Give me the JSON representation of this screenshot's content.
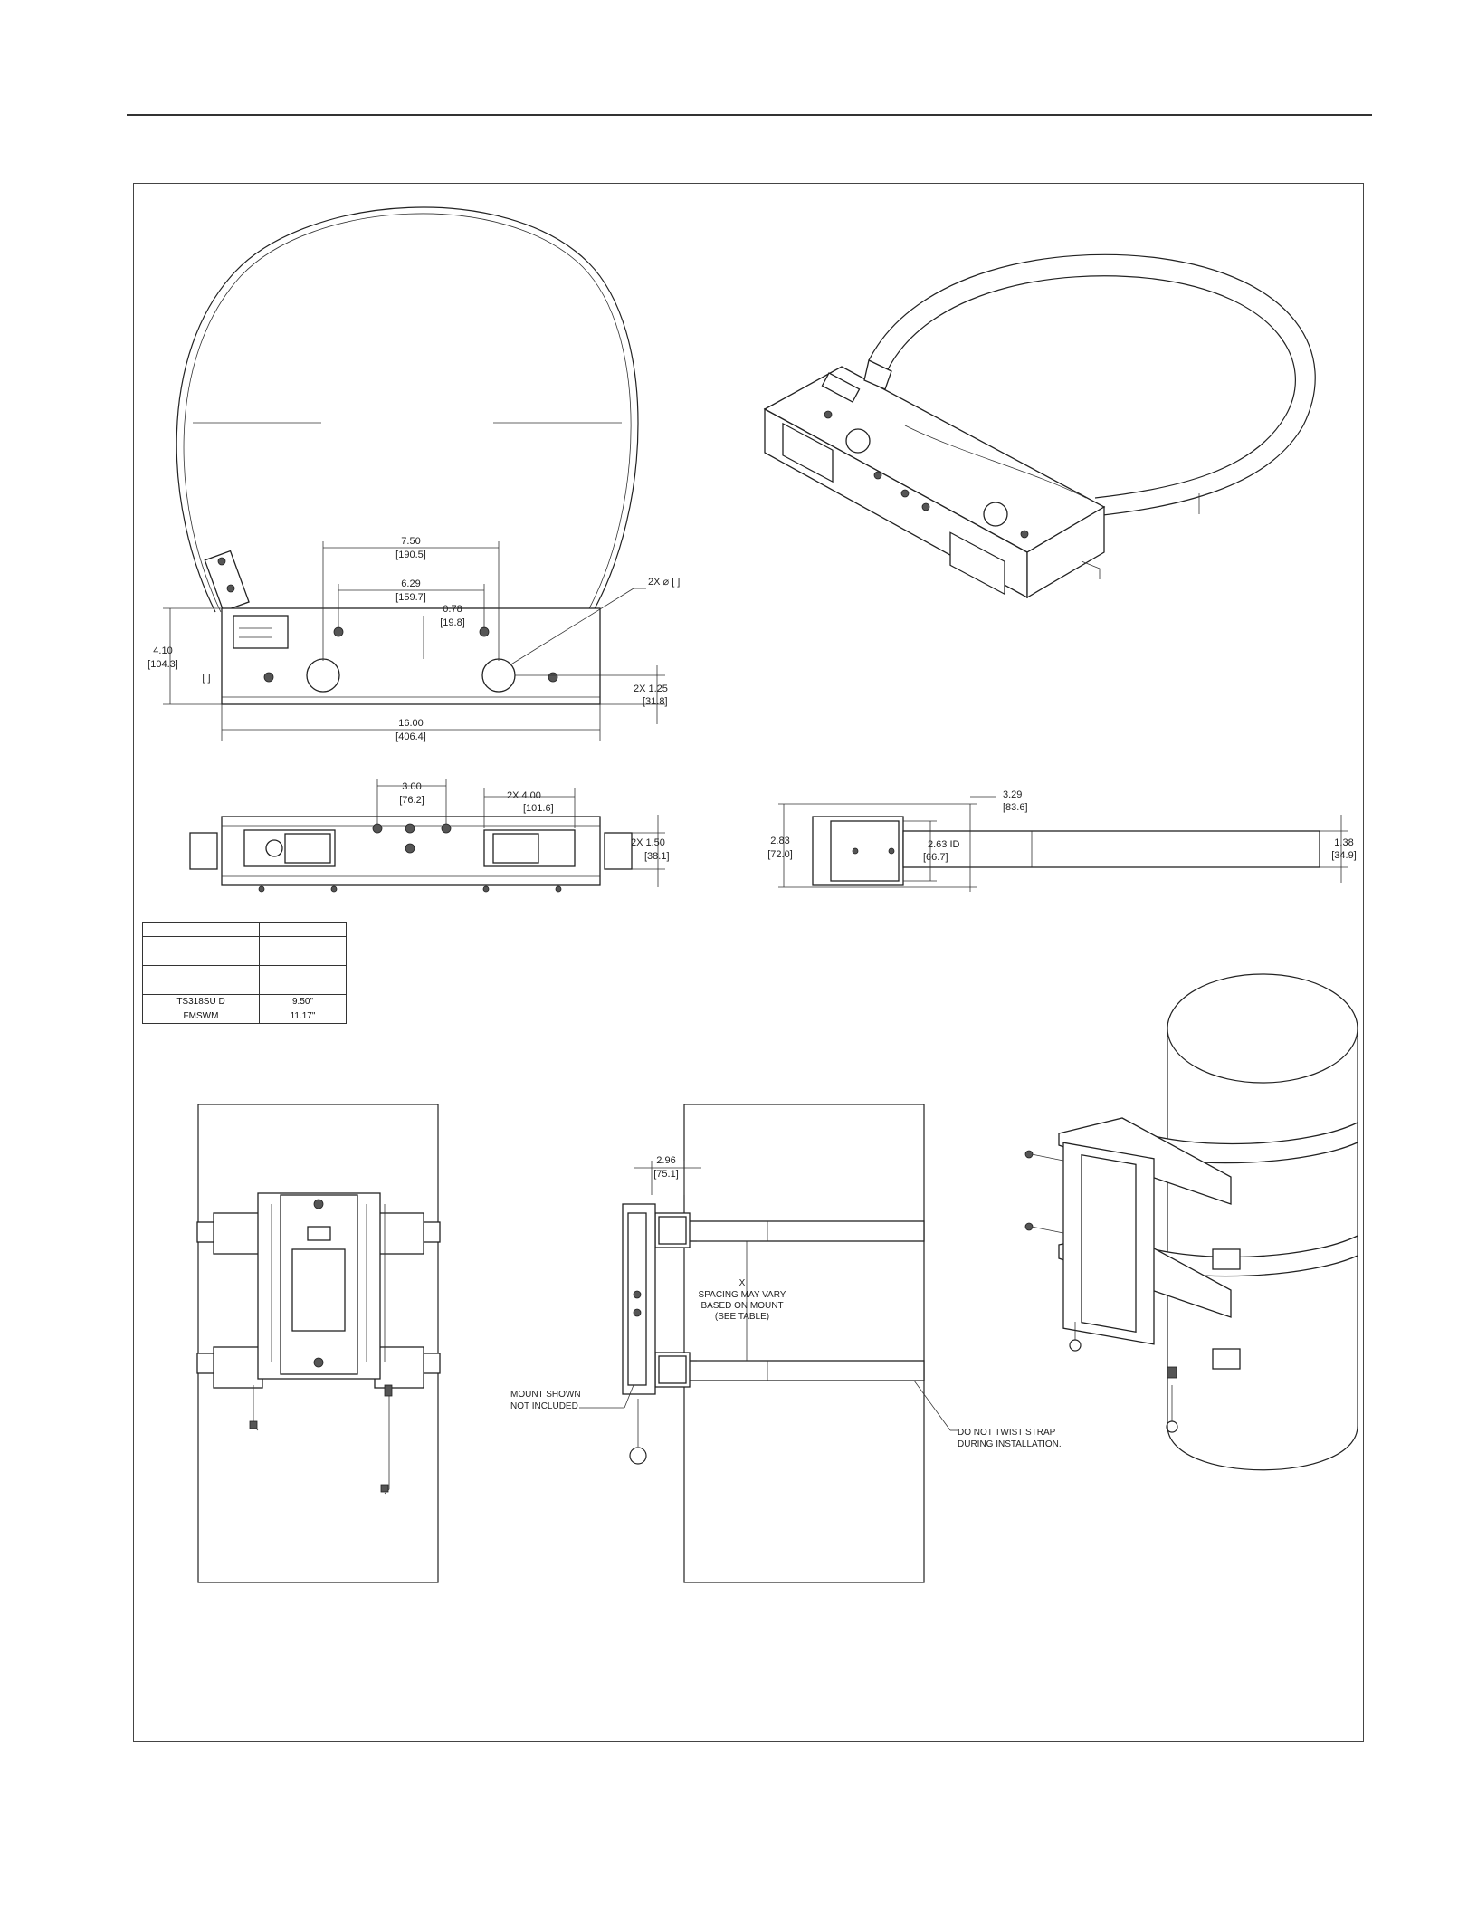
{
  "dims": {
    "w750": "7.50",
    "w750m": "[190.5]",
    "w629": "6.29",
    "w629m": "[159.7]",
    "w078": "0.78",
    "w078m": "[19.8]",
    "h410": "4.10",
    "h410m": "[104.3]",
    "hole": "2X  ⌀    [     ]",
    "h125": "2X  1.25",
    "h125m": "[31.8]",
    "w1600": "16.00",
    "w1600m": "[406.4]",
    "w300": "3.00",
    "w300m": "[76.2]",
    "w400": "2X   4.00",
    "w400m": "[101.6]",
    "h150": "2X  1.50",
    "h150m": "[38.1]",
    "h329": "3.29",
    "h329m": "[83.6]",
    "h283": "2.83",
    "h283m": "[72.0]",
    "h263": "2.63  ID",
    "h263m": "[66.7]",
    "h138": "1.38",
    "h138m": "[34.9]",
    "w296": "2.96",
    "w296m": "[75.1]",
    "left_bracket": "[     ]"
  },
  "table": {
    "rows": [
      [
        "",
        ""
      ],
      [
        "",
        ""
      ],
      [
        "",
        ""
      ],
      [
        "",
        ""
      ],
      [
        "",
        ""
      ],
      [
        "TS318SU    D",
        "9.50\""
      ],
      [
        "FMSWM",
        "11.17\""
      ]
    ]
  },
  "notes": {
    "spacing_x": "X",
    "spacing_1": "SPACING MAY VARY",
    "spacing_2": "BASED ON MOUNT",
    "spacing_3": "(SEE TABLE)",
    "mount_1": "MOUNT SHOWN",
    "mount_2": "NOT INCLUDED",
    "twist_1": "DO NOT TWIST STRAP",
    "twist_2": "DURING INSTALLATION."
  }
}
